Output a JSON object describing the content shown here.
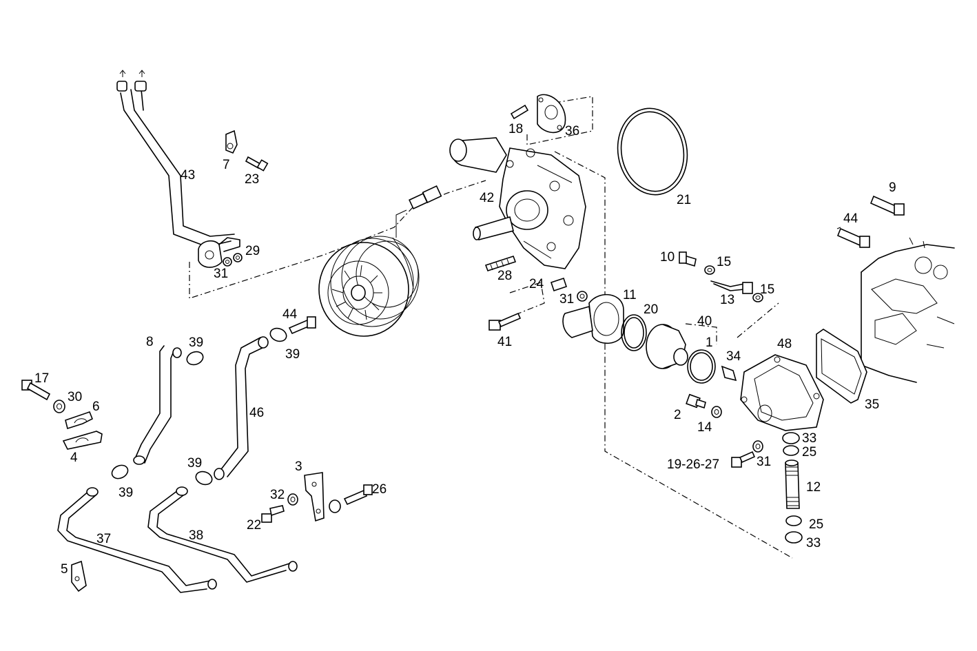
{
  "labels": [
    {
      "id": "p43",
      "text": "43"
    },
    {
      "id": "p7",
      "text": "7"
    },
    {
      "id": "p23",
      "text": "23"
    },
    {
      "id": "p29",
      "text": "29"
    },
    {
      "id": "p31a",
      "text": "31"
    },
    {
      "id": "p18",
      "text": "18"
    },
    {
      "id": "p36",
      "text": "36"
    },
    {
      "id": "p42",
      "text": "42"
    },
    {
      "id": "p21",
      "text": "21"
    },
    {
      "id": "p9",
      "text": "9"
    },
    {
      "id": "p44a",
      "text": "44"
    },
    {
      "id": "p28",
      "text": "28"
    },
    {
      "id": "p24",
      "text": "24"
    },
    {
      "id": "p31b",
      "text": "31"
    },
    {
      "id": "p11",
      "text": "11"
    },
    {
      "id": "p20",
      "text": "20"
    },
    {
      "id": "p40",
      "text": "40"
    },
    {
      "id": "p10",
      "text": "10"
    },
    {
      "id": "p15a",
      "text": "15"
    },
    {
      "id": "p13",
      "text": "13"
    },
    {
      "id": "p15b",
      "text": "15"
    },
    {
      "id": "p41",
      "text": "41"
    },
    {
      "id": "p1",
      "text": "1"
    },
    {
      "id": "p48",
      "text": "48"
    },
    {
      "id": "p34",
      "text": "34"
    },
    {
      "id": "p35",
      "text": "35"
    },
    {
      "id": "p2",
      "text": "2"
    },
    {
      "id": "p14",
      "text": "14"
    },
    {
      "id": "p33a",
      "text": "33"
    },
    {
      "id": "p25a",
      "text": "25"
    },
    {
      "id": "p192627",
      "text": "19-26-27"
    },
    {
      "id": "p31c",
      "text": "31"
    },
    {
      "id": "p12",
      "text": "12"
    },
    {
      "id": "p25b",
      "text": "25"
    },
    {
      "id": "p33b",
      "text": "33"
    },
    {
      "id": "p8",
      "text": "8"
    },
    {
      "id": "p39a",
      "text": "39"
    },
    {
      "id": "p44b",
      "text": "44"
    },
    {
      "id": "p39b",
      "text": "39"
    },
    {
      "id": "p46",
      "text": "46"
    },
    {
      "id": "p17",
      "text": "17"
    },
    {
      "id": "p30",
      "text": "30"
    },
    {
      "id": "p6",
      "text": "6"
    },
    {
      "id": "p4",
      "text": "4"
    },
    {
      "id": "p39c",
      "text": "39"
    },
    {
      "id": "p39d",
      "text": "39"
    },
    {
      "id": "p3",
      "text": "3"
    },
    {
      "id": "p32",
      "text": "32"
    },
    {
      "id": "p26",
      "text": "26"
    },
    {
      "id": "p22",
      "text": "22"
    },
    {
      "id": "p37",
      "text": "37"
    },
    {
      "id": "p38",
      "text": "38"
    },
    {
      "id": "p5",
      "text": "5"
    }
  ]
}
